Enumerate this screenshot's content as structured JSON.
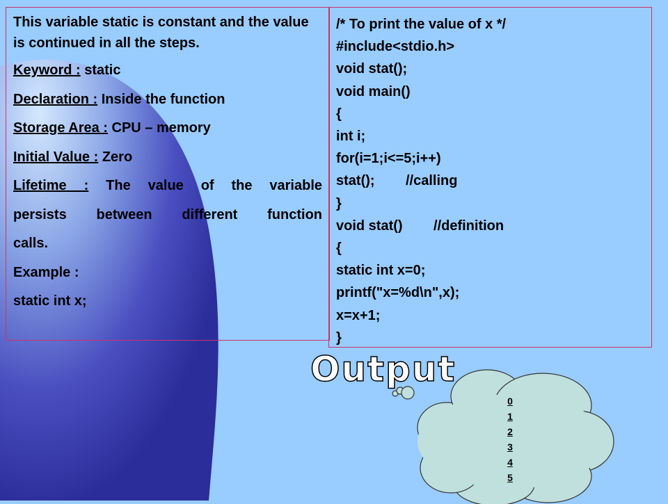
{
  "slide": {
    "intro": "This variable static is constant and the value is continued in all the steps.",
    "rows": [
      {
        "label": "Keyword :",
        "value": " static"
      },
      {
        "label": "Declaration :",
        "value": " Inside the function"
      },
      {
        "label": "Storage Area :",
        "value": " CPU –  memory"
      },
      {
        "label": "Initial Value :",
        "value": " Zero"
      },
      {
        "label": "Lifetime :",
        "value": " The value of the variable"
      }
    ],
    "lifetime_cont_1": "persists between different function",
    "lifetime_cont_2": "calls.",
    "example_label": "Example :",
    "example_code": "static int x;"
  },
  "code": {
    "lines": [
      "/* To print the value of x */",
      "#include<stdio.h>",
      "void stat();",
      "void main()",
      "{",
      "int i;",
      "for(i=1;i<=5;i++)",
      "stat();        //calling",
      "}",
      "void stat()        //definition",
      "{",
      "static int x=0;",
      "printf(\"x=%d\\n\",x);",
      "x=x+1;",
      "}"
    ]
  },
  "output": {
    "title": "Output",
    "values": [
      "0",
      "1",
      "2",
      "3",
      "4",
      "5"
    ]
  },
  "colors": {
    "background": "#99ccff",
    "dark_shape": "#2b2d9a",
    "border": "#cc3366",
    "cloud": "#bfe0dd"
  }
}
